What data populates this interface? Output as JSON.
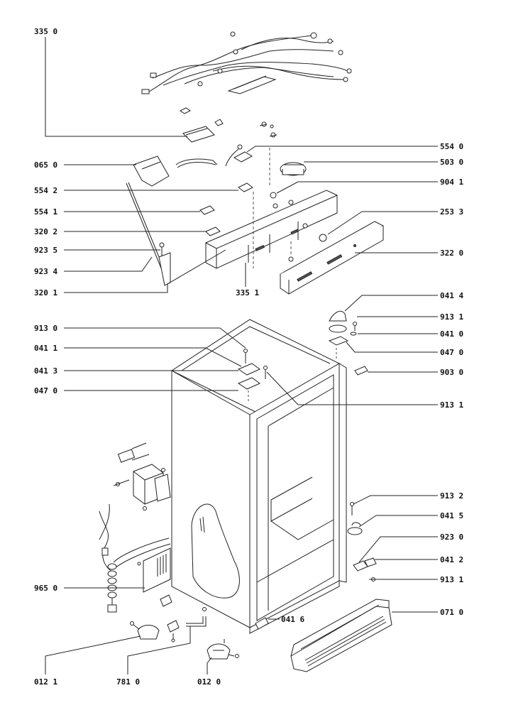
{
  "labels": {
    "l3350": "335 0",
    "l5540": "554 0",
    "l0650": "065 0",
    "l5030": "503 0",
    "l5542": "554 2",
    "l9041": "904 1",
    "l5541": "554 1",
    "l2533": "253 3",
    "l3202": "320 2",
    "l9235": "923 5",
    "l3220": "322 0",
    "l9234": "923 4",
    "l3201": "320 1",
    "l3351": "335 1",
    "l0414": "041 4",
    "l9130": "913 0",
    "l9131a": "913 1",
    "l0411": "041 1",
    "l0410": "041 0",
    "l0470a": "047 0",
    "l0413": "041 3",
    "l9030": "903 0",
    "l0470b": "047 0",
    "l9131b": "913 1",
    "l9132": "913 2",
    "l0415": "041 5",
    "l9230": "923 0",
    "l0412": "041 2",
    "l9131c": "913 1",
    "l9650": "965 0",
    "l0416": "041 6",
    "l0710": "071 0",
    "l0121": "012 1",
    "l7810": "781 0",
    "l0120": "012 0"
  }
}
